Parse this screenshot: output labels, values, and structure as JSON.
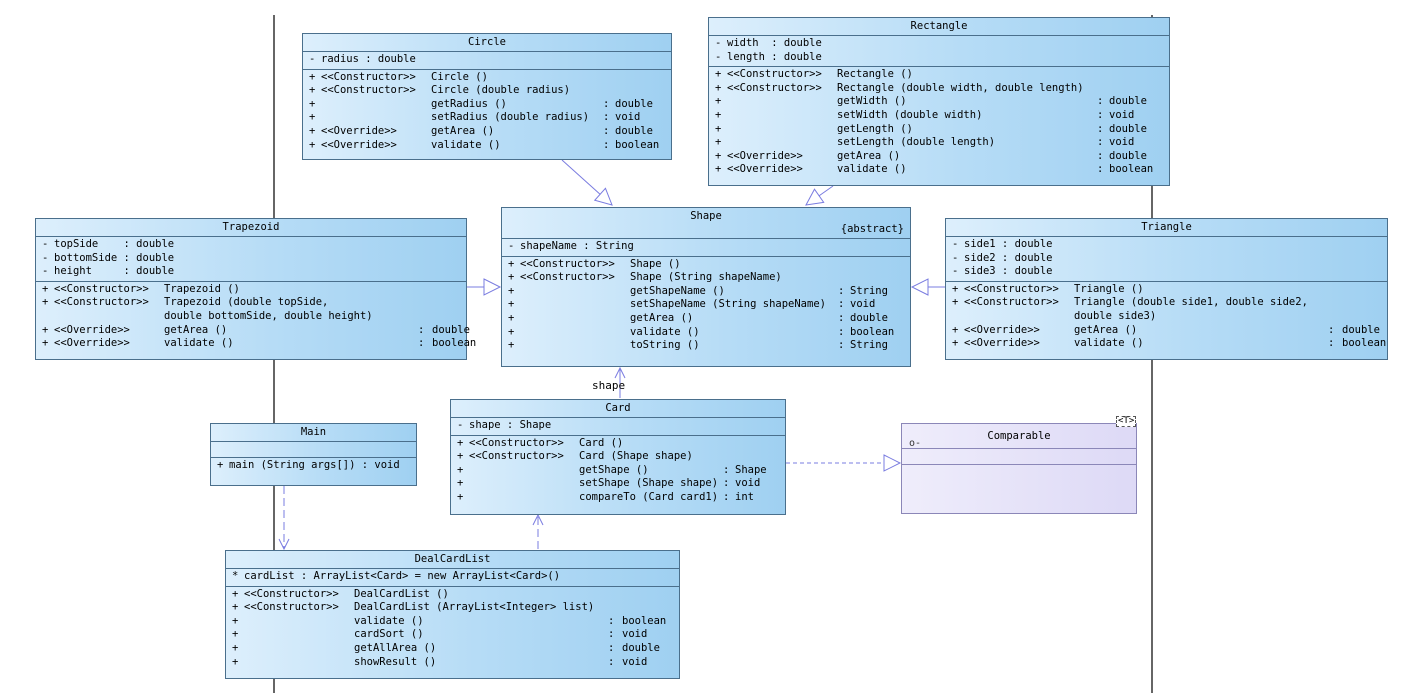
{
  "classes": [
    {
      "id": "circle",
      "name": "Circle",
      "stereotype": "",
      "attributes": [
        [
          "-",
          "radius : double",
          "",
          "",
          ""
        ]
      ],
      "operations": [
        [
          "+",
          "<<Constructor>>",
          "Circle ()",
          "",
          ""
        ],
        [
          "+",
          "<<Constructor>>",
          "Circle (double radius)",
          "",
          ""
        ],
        [
          "+",
          "",
          "getRadius ()",
          ":",
          "double"
        ],
        [
          "+",
          "",
          "setRadius (double radius)",
          ":",
          "void"
        ],
        [
          "+",
          "<<Override>>",
          "getArea ()",
          ":",
          "double"
        ],
        [
          "+",
          "<<Override>>",
          "validate ()",
          ":",
          "boolean"
        ]
      ]
    },
    {
      "id": "rectangle",
      "name": "Rectangle",
      "stereotype": "",
      "attributes": [
        [
          "-",
          "width  : double",
          "",
          "",
          ""
        ],
        [
          "-",
          "length : double",
          "",
          "",
          ""
        ]
      ],
      "operations": [
        [
          "+",
          "<<Constructor>>",
          "Rectangle ()",
          "",
          ""
        ],
        [
          "+",
          "<<Constructor>>",
          "Rectangle (double width, double length)",
          "",
          ""
        ],
        [
          "+",
          "",
          "getWidth ()",
          ":",
          "double"
        ],
        [
          "+",
          "",
          "setWidth (double width)",
          ":",
          "void"
        ],
        [
          "+",
          "",
          "getLength ()",
          ":",
          "double"
        ],
        [
          "+",
          "",
          "setLength (double length)",
          ":",
          "void"
        ],
        [
          "+",
          "<<Override>>",
          "getArea ()",
          ":",
          "double"
        ],
        [
          "+",
          "<<Override>>",
          "validate ()",
          ":",
          "boolean"
        ]
      ]
    },
    {
      "id": "trapezoid",
      "name": "Trapezoid",
      "stereotype": "",
      "attributes": [
        [
          "-",
          "topSide    : double",
          "",
          "",
          ""
        ],
        [
          "-",
          "bottomSide : double",
          "",
          "",
          ""
        ],
        [
          "-",
          "height     : double",
          "",
          "",
          ""
        ]
      ],
      "operations": [
        [
          "+",
          "<<Constructor>>",
          "Trapezoid ()",
          "",
          ""
        ],
        [
          "+",
          "<<Constructor>>",
          "Trapezoid (double topSide,",
          "",
          ""
        ],
        [
          "",
          "",
          "double bottomSide, double height)",
          "",
          ""
        ],
        [
          "+",
          "<<Override>>",
          "getArea ()",
          ":",
          "double"
        ],
        [
          "+",
          "<<Override>>",
          "validate ()",
          ":",
          "boolean"
        ]
      ]
    },
    {
      "id": "shape",
      "name": "Shape",
      "stereotype": "{abstract}",
      "attributes": [
        [
          "-",
          "shapeName : String",
          "",
          "",
          ""
        ]
      ],
      "operations": [
        [
          "+",
          "<<Constructor>>",
          "Shape ()",
          "",
          ""
        ],
        [
          "+",
          "<<Constructor>>",
          "Shape (String shapeName)",
          "",
          ""
        ],
        [
          "+",
          "",
          "getShapeName ()",
          ":",
          "String"
        ],
        [
          "+",
          "",
          "setShapeName (String shapeName)",
          ":",
          "void"
        ],
        [
          "+",
          "",
          "getArea ()",
          ":",
          "double"
        ],
        [
          "+",
          "",
          "validate ()",
          ":",
          "boolean"
        ],
        [
          "+",
          "",
          "toString ()",
          ":",
          "String"
        ]
      ]
    },
    {
      "id": "triangle",
      "name": "Triangle",
      "stereotype": "",
      "attributes": [
        [
          "-",
          "side1 : double",
          "",
          "",
          ""
        ],
        [
          "-",
          "side2 : double",
          "",
          "",
          ""
        ],
        [
          "-",
          "side3 : double",
          "",
          "",
          ""
        ]
      ],
      "operations": [
        [
          "+",
          "<<Constructor>>",
          "Triangle ()",
          "",
          ""
        ],
        [
          "+",
          "<<Constructor>>",
          "Triangle (double side1, double side2,",
          "",
          ""
        ],
        [
          "",
          "",
          "double side3)",
          "",
          ""
        ],
        [
          "+",
          "<<Override>>",
          "getArea ()",
          ":",
          "double"
        ],
        [
          "+",
          "<<Override>>",
          "validate ()",
          ":",
          "boolean"
        ]
      ]
    },
    {
      "id": "card",
      "name": "Card",
      "stereotype": "",
      "attributes": [
        [
          "-",
          "shape : Shape",
          "",
          "",
          ""
        ]
      ],
      "operations": [
        [
          "+",
          "<<Constructor>>",
          "Card ()",
          "",
          ""
        ],
        [
          "+",
          "<<Constructor>>",
          "Card (Shape shape)",
          "",
          ""
        ],
        [
          "+",
          "",
          "getShape ()",
          ":",
          "Shape"
        ],
        [
          "+",
          "",
          "setShape (Shape shape)",
          ":",
          "void"
        ],
        [
          "+",
          "",
          "compareTo (Card card1)",
          ":",
          "int"
        ]
      ]
    },
    {
      "id": "main",
      "name": "Main",
      "stereotype": "",
      "attributes": [],
      "operations": [
        [
          "+",
          "",
          "main (String args[]) : void",
          "",
          ""
        ]
      ]
    },
    {
      "id": "dealcardlist",
      "name": "DealCardList",
      "stereotype": "",
      "attributes": [
        [
          "*",
          "cardList : ArrayList<Card> = new ArrayList<Card>()",
          "",
          "",
          ""
        ]
      ],
      "operations": [
        [
          "+",
          "<<Constructor>>",
          "DealCardList ()",
          "",
          ""
        ],
        [
          "+",
          "<<Constructor>>",
          "DealCardList (ArrayList<Integer> list)",
          "",
          ""
        ],
        [
          "+",
          "",
          "validate ()",
          ":",
          "boolean"
        ],
        [
          "+",
          "",
          "cardSort ()",
          ":",
          "void"
        ],
        [
          "+",
          "",
          "getAllArea ()",
          ":",
          "double"
        ],
        [
          "+",
          "",
          "showResult ()",
          ":",
          "void"
        ]
      ]
    }
  ],
  "interface": {
    "id": "comparable",
    "name": "Comparable",
    "type_param": "<T>"
  },
  "association_label": "shape",
  "colors": {
    "class_border": "#4a6f8c",
    "class_fill": "#b6dcf6",
    "interface_fill": "#ddd9f6",
    "relation_line": "#7a7ce0",
    "swimlane": "#000000"
  }
}
